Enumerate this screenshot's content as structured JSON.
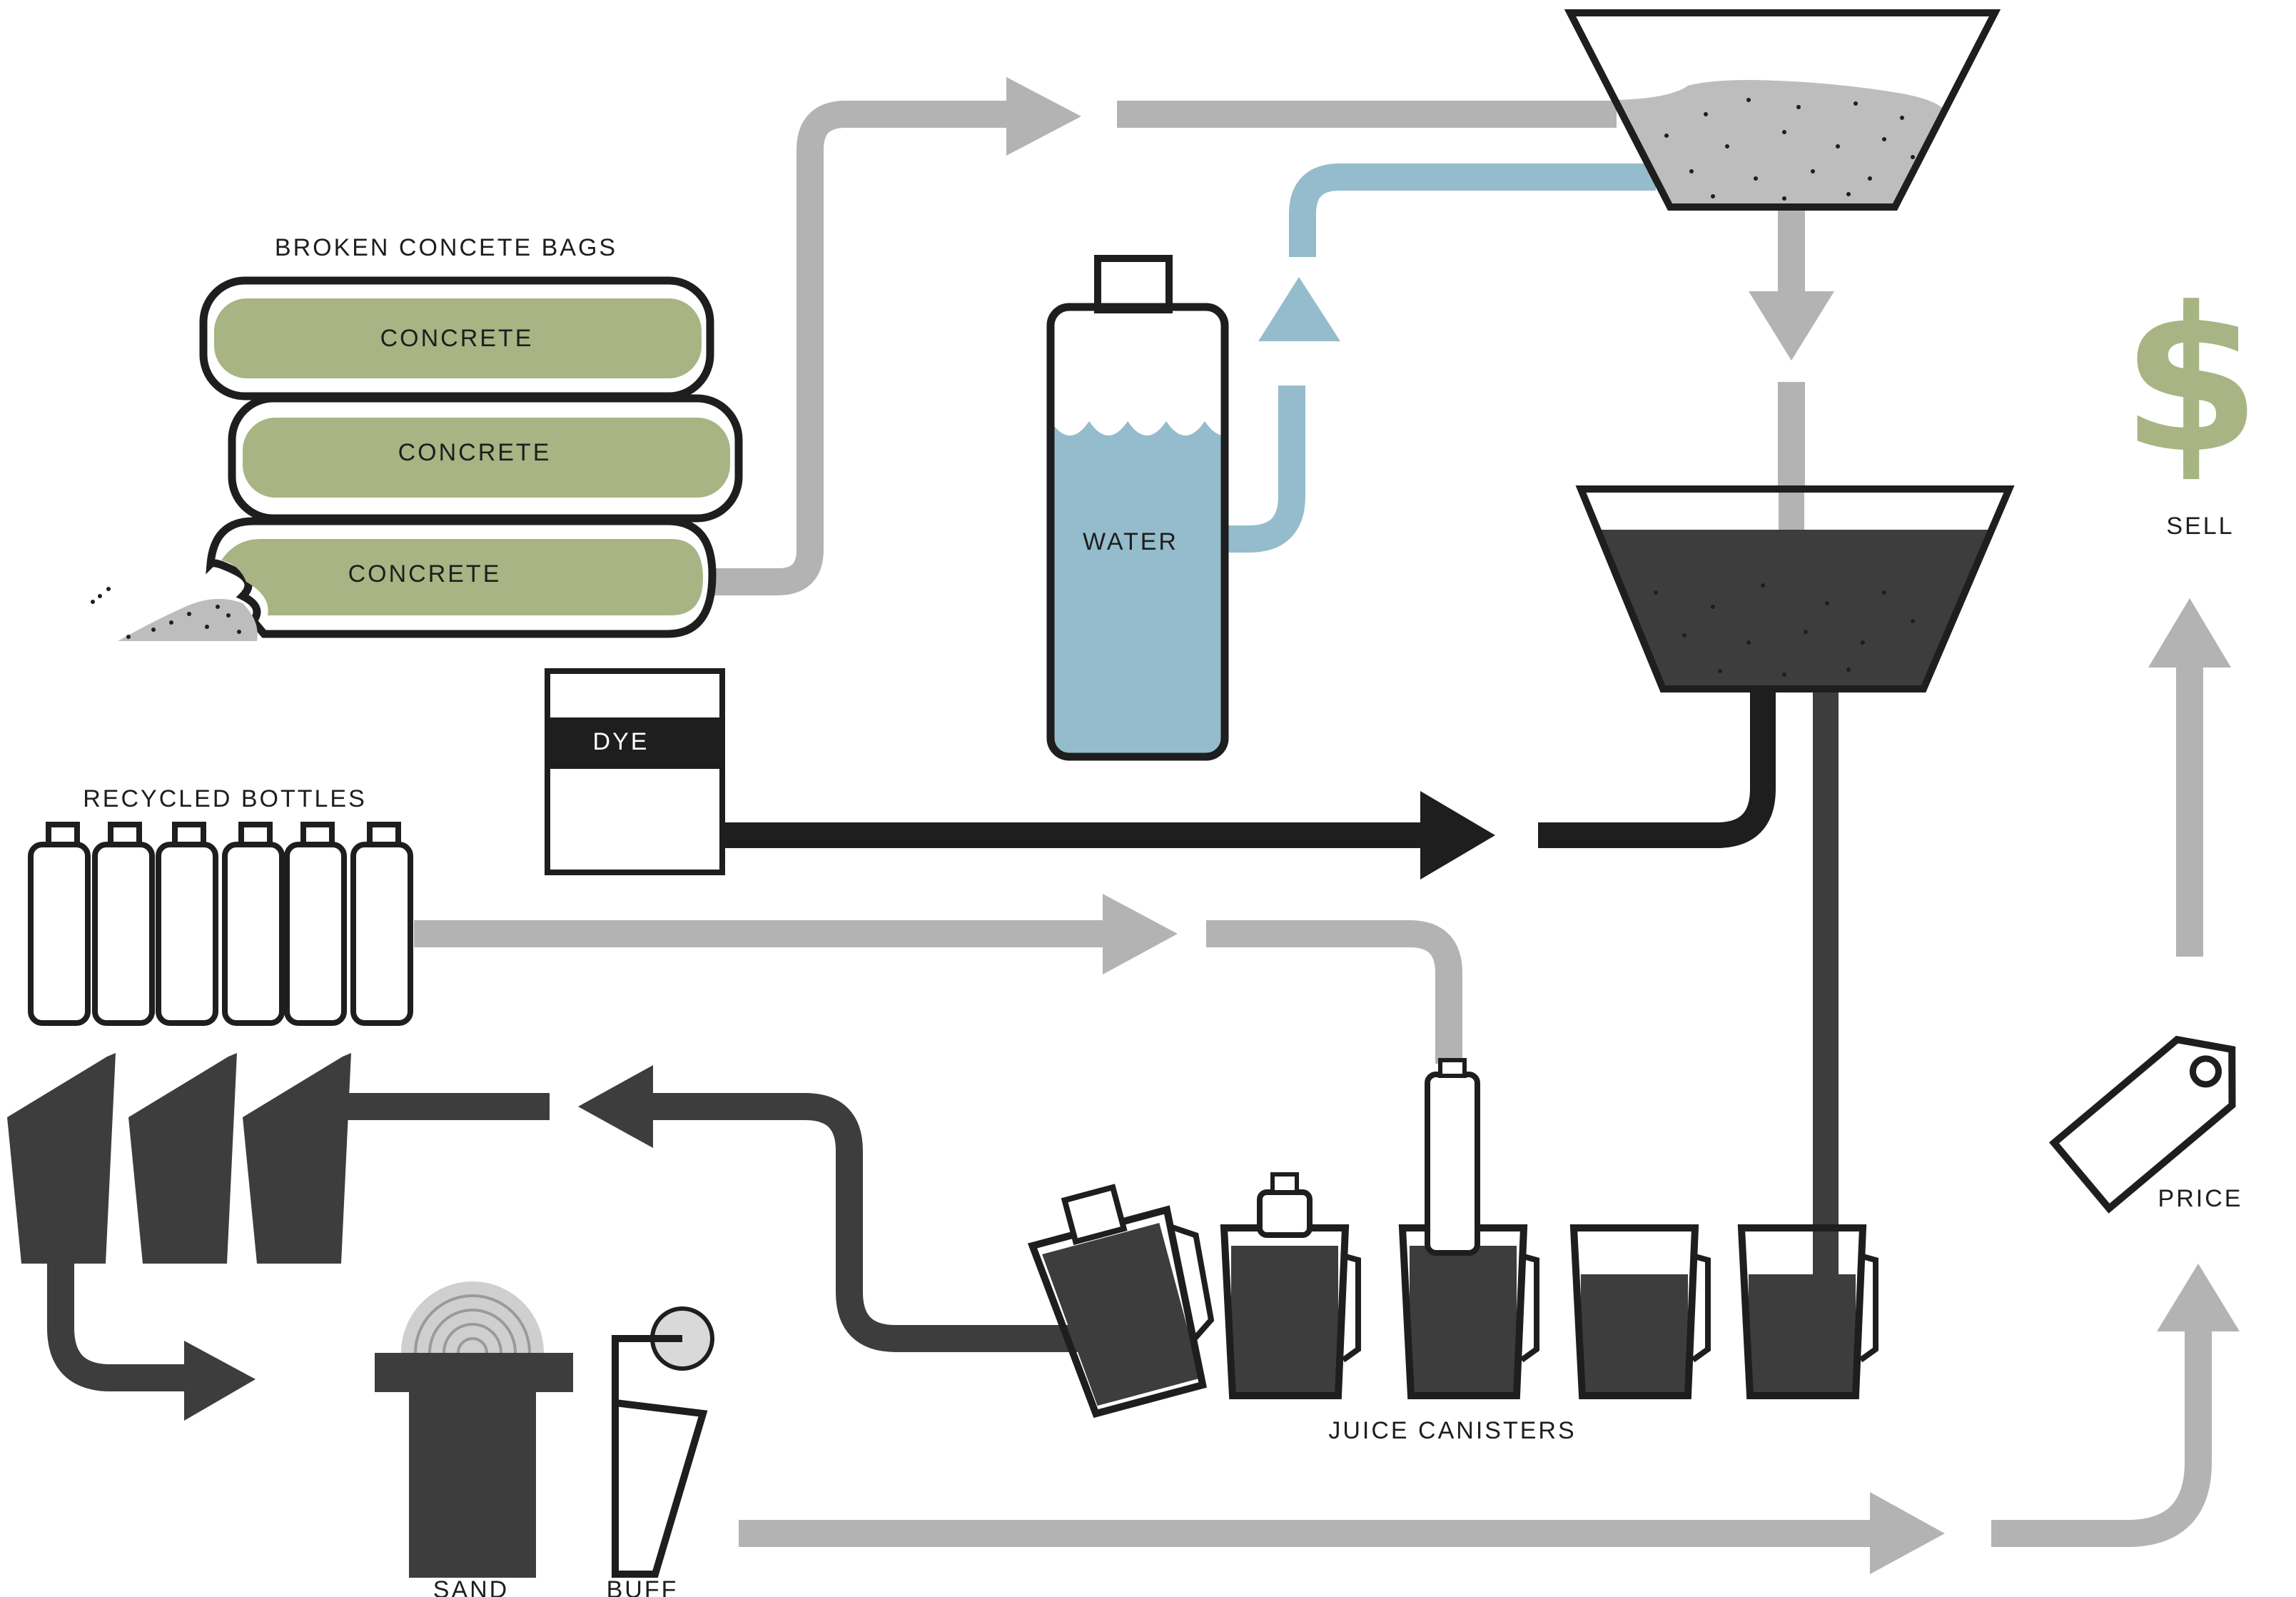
{
  "labels": {
    "bags_title": "BROKEN CONCETE BAGS",
    "concrete_1": "CONCRETE",
    "concrete_2": "CONCRETE",
    "concrete_3": "CONCRETE",
    "water": "WATER",
    "dye": "DYE",
    "bottles_title": "RECYCLED BOTTLES",
    "canisters": "JUICE CANISTERS",
    "sand": "SAND",
    "buff": "BUFF",
    "sell": "SELL",
    "price": "PRICE",
    "dollar": "$"
  },
  "colors": {
    "gray_pipe": "#b3b3b3",
    "dark": "#3d3d3d",
    "black": "#1e1e1e",
    "water": "#94bccc",
    "concrete": "#a8b483",
    "dollar": "#a8b483",
    "powder": "#bdbdbd"
  }
}
